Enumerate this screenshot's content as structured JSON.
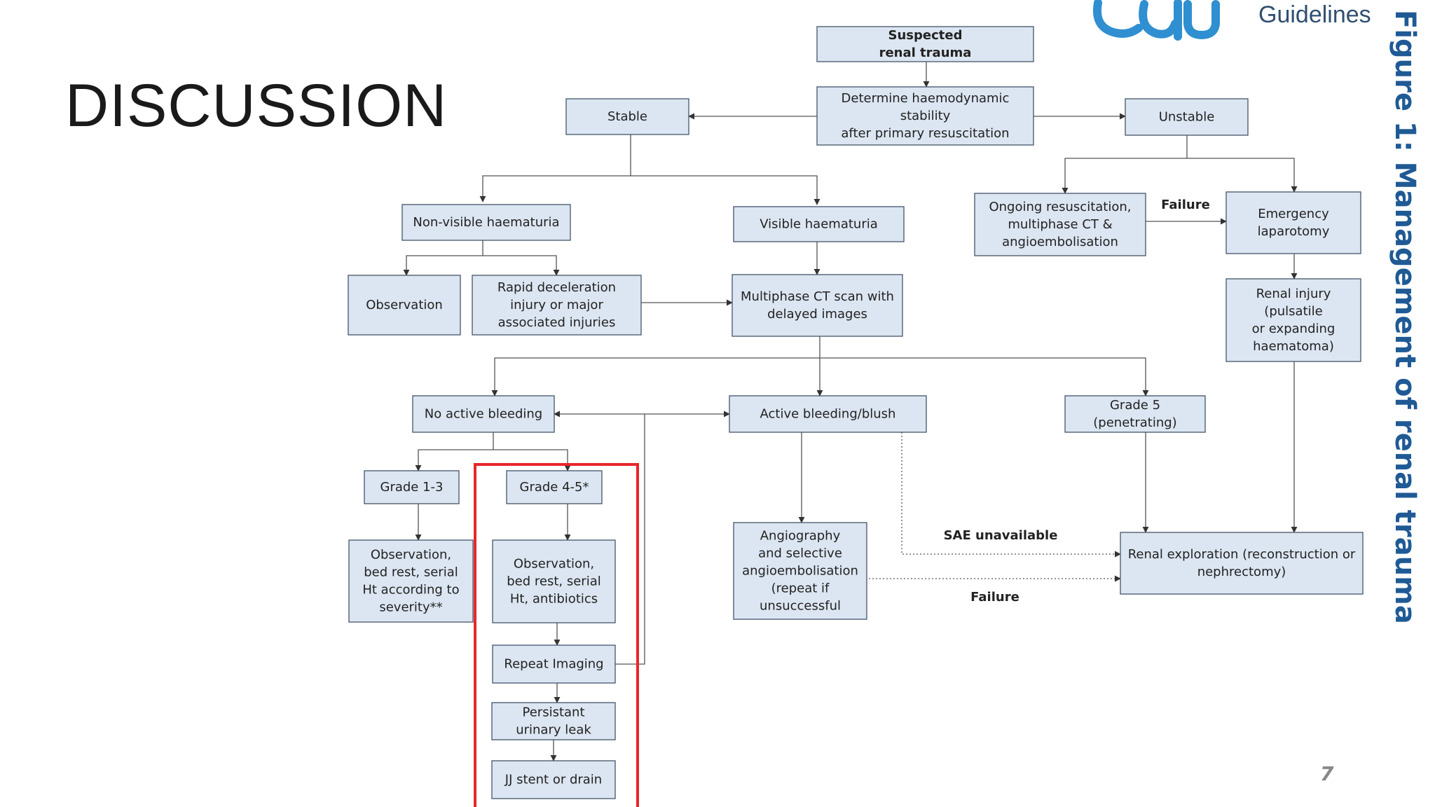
{
  "slide": {
    "title": "DISCUSSION",
    "logo_text": "eau",
    "brand_text": "Guidelines",
    "figure_caption": "Figure 1: Management of renal trauma",
    "page_number": "7"
  },
  "colors": {
    "node_fill": "#dce6f2",
    "node_border": "#44546a",
    "highlight": "#e8262b",
    "brand_blue": "#1f5a95"
  },
  "diagram": {
    "nodes": [
      {
        "id": "suspected",
        "lines": [
          "Suspected",
          "renal trauma"
        ],
        "bold": true
      },
      {
        "id": "determine",
        "lines": [
          "Determine haemodynamic",
          "stability",
          "after primary resuscitation"
        ]
      },
      {
        "id": "stable",
        "lines": [
          "Stable"
        ]
      },
      {
        "id": "unstable",
        "lines": [
          "Unstable"
        ]
      },
      {
        "id": "nonvisible",
        "lines": [
          "Non-visible haematuria"
        ]
      },
      {
        "id": "visible",
        "lines": [
          "Visible haematuria"
        ]
      },
      {
        "id": "ongoing",
        "lines": [
          "Ongoing resuscitation,",
          "multiphase CT &",
          "angioembolisation"
        ]
      },
      {
        "id": "laparotomy",
        "lines": [
          "Emergency",
          "laparotomy"
        ]
      },
      {
        "id": "observation",
        "lines": [
          "Observation"
        ]
      },
      {
        "id": "rapid",
        "lines": [
          "Rapid deceleration",
          "injury or major",
          "associated injuries"
        ]
      },
      {
        "id": "multiphase",
        "lines": [
          "Multiphase CT scan with",
          "delayed images"
        ]
      },
      {
        "id": "renalinjury",
        "lines": [
          "Renal injury",
          "(pulsatile",
          "or expanding",
          "haematoma)"
        ]
      },
      {
        "id": "noactive",
        "lines": [
          "No active bleeding"
        ]
      },
      {
        "id": "active",
        "lines": [
          "Active bleeding/blush"
        ]
      },
      {
        "id": "grade5",
        "lines": [
          "Grade 5",
          "(penetrating)"
        ]
      },
      {
        "id": "grade13",
        "lines": [
          "Grade 1-3"
        ]
      },
      {
        "id": "grade45",
        "lines": [
          "Grade 4-5*"
        ]
      },
      {
        "id": "obs13",
        "lines": [
          "Observation,",
          "bed rest, serial",
          "Ht according to",
          "severity**"
        ]
      },
      {
        "id": "obs45",
        "lines": [
          "Observation,",
          "bed rest, serial",
          "Ht, antibiotics"
        ]
      },
      {
        "id": "angio",
        "lines": [
          "Angiography",
          "and selective",
          "angioembolisation",
          "(repeat if",
          "unsuccessful"
        ]
      },
      {
        "id": "exploration",
        "lines": [
          "Renal exploration (reconstruction or",
          "nephrectomy)"
        ]
      },
      {
        "id": "repeat",
        "lines": [
          "Repeat Imaging"
        ]
      },
      {
        "id": "leak",
        "lines": [
          "Persistant",
          "urinary leak"
        ]
      },
      {
        "id": "stent",
        "lines": [
          "JJ stent or drain"
        ]
      }
    ],
    "edge_labels": [
      {
        "id": "failure-unstable",
        "text": "Failure"
      },
      {
        "id": "sae",
        "text": "SAE unavailable"
      },
      {
        "id": "failure-angio",
        "text": "Failure"
      }
    ]
  }
}
